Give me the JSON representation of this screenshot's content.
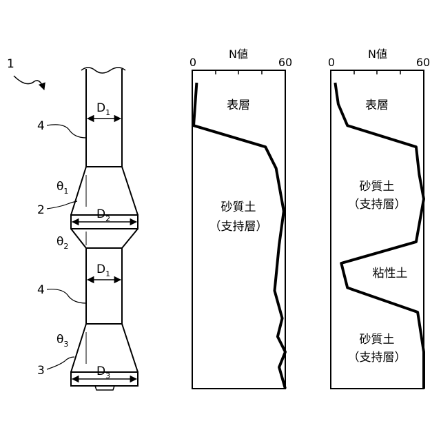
{
  "pile": {
    "ref_main": "1",
    "ref_shaft": "4",
    "ref_shaft_lower": "4",
    "ref_mid_bulb": "2",
    "ref_tip_bulb": "3",
    "d1_main": "D",
    "d1_sub": "1",
    "d1b_main": "D",
    "d1b_sub": "1",
    "d2_main": "D",
    "d2_sub": "2",
    "d3_main": "D",
    "d3_sub": "3",
    "theta1_main": "θ",
    "theta1_sub": "1",
    "theta2_main": "θ",
    "theta2_sub": "2",
    "theta3_main": "θ",
    "theta3_sub": "3"
  },
  "chart_data": [
    {
      "type": "line",
      "xlabel": "N値",
      "xlim": [
        0,
        60
      ],
      "tick_min": "0",
      "tick_max": "60",
      "layers": {
        "surface": "表層",
        "sand_line1": "砂質土",
        "sand_line2": "（支持層）"
      },
      "series": [
        {
          "x": [
            2,
            0,
            47,
            54,
            59,
            56,
            53,
            58,
            55,
            60,
            56,
            60
          ],
          "y": [
            0.0,
            0.14,
            0.21,
            0.28,
            0.42,
            0.53,
            0.68,
            0.77,
            0.83,
            0.88,
            0.93,
            1.0
          ]
        }
      ]
    },
    {
      "type": "line",
      "xlabel": "N値",
      "xlim": [
        0,
        60
      ],
      "tick_min": "0",
      "tick_max": "60",
      "layers": {
        "surface": "表層",
        "sand1_line1": "砂質土",
        "sand1_line2": "（支持層）",
        "clay": "粘性土",
        "sand2_line1": "砂質土",
        "sand2_line2": "（支持層）"
      },
      "series": [
        {
          "x": [
            2,
            4,
            10,
            55,
            57,
            60,
            55,
            6,
            10,
            56,
            60,
            60
          ],
          "y": [
            0.0,
            0.07,
            0.14,
            0.21,
            0.3,
            0.38,
            0.52,
            0.59,
            0.67,
            0.75,
            0.88,
            1.0
          ]
        }
      ]
    }
  ]
}
